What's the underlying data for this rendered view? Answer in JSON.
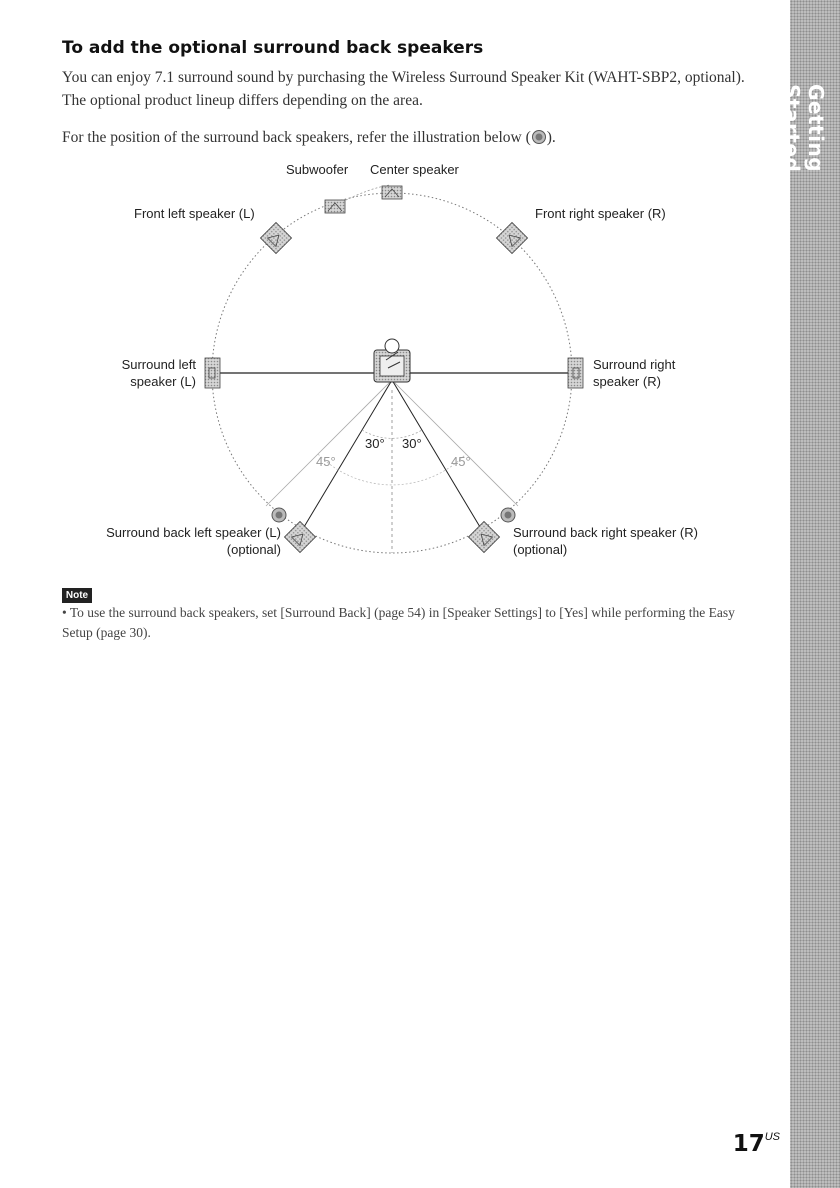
{
  "heading": "To add the optional surround back speakers",
  "intro": "You can enjoy 7.1 surround sound by purchasing the Wireless Surround Speaker Kit (WAHT-SBP2, optional). The optional product lineup differs depending on the area.",
  "position": {
    "before": "For the position of the surround back speakers, refer the illustration below (",
    "after": ")."
  },
  "diagram": {
    "subwoofer": "Subwoofer",
    "center": "Center speaker",
    "front_left": "Front left speaker (L)",
    "front_right": "Front right speaker (R)",
    "surround_left_1": "Surround left",
    "surround_left_2": "speaker (L)",
    "surround_right_1": "Surround right",
    "surround_right_2": "speaker (R)",
    "back_left_1": "Surround back left speaker (L)",
    "back_left_2": "(optional)",
    "back_right_1": "Surround back right speaker (R)",
    "back_right_2": "(optional)",
    "angle_30": "30°",
    "angle_45": "45°"
  },
  "note": {
    "badge": "Note",
    "text": "• To use the surround back speakers, set [Surround Back] (page 54) in [Speaker Settings] to [Yes] while performing the Easy Setup (page 30)."
  },
  "sidebar": {
    "label": "Getting Started"
  },
  "page": {
    "number": "17",
    "suffix": "US"
  }
}
